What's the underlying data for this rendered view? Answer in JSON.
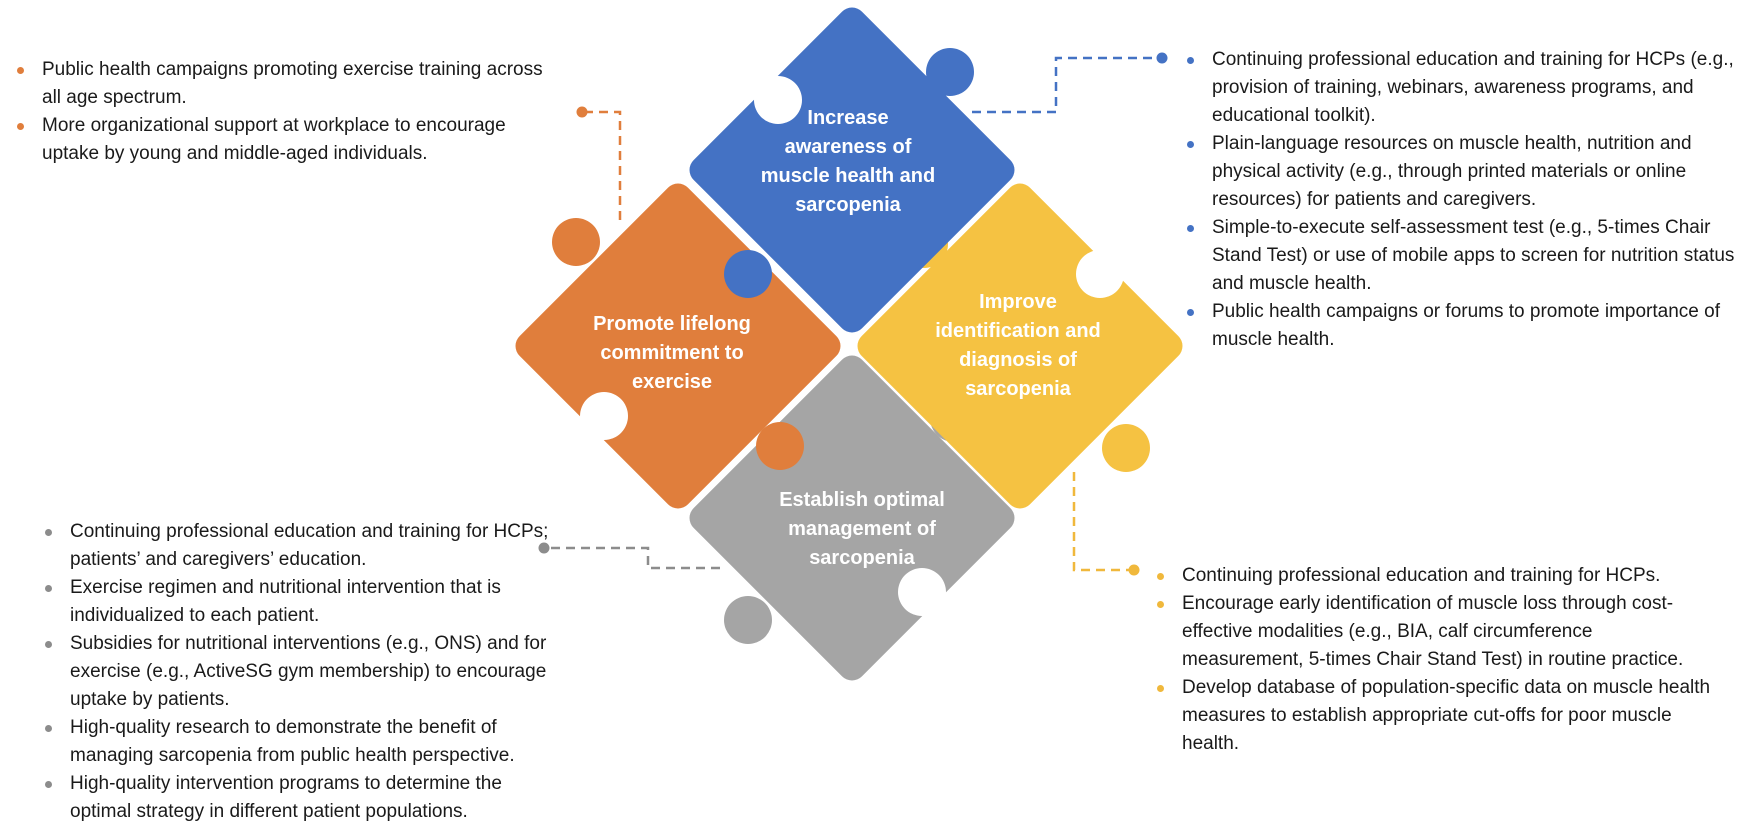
{
  "colors": {
    "blue": "#4472C4",
    "orange": "#E07E3C",
    "yellow": "#F5C242",
    "gray": "#A5A5A5",
    "gray_bullet": "#8C8C8C",
    "yellow_bullet": "#F0B83C"
  },
  "pieces": {
    "top": "Increase awareness of muscle health and sarcopenia",
    "left": "Promote lifelong commitment to exercise",
    "right": "Improve identification and diagnosis of sarcopenia",
    "bottom": "Establish optimal management of sarcopenia"
  },
  "panels": {
    "top_left": [
      "Public health campaigns promoting exercise training across all age spectrum.",
      "More organizational support at workplace to encourage uptake by young and middle-aged individuals."
    ],
    "top_right": [
      "Continuing professional education and training for HCPs (e.g., provision of training, webinars, awareness programs, and educational toolkit).",
      "Plain-language resources on muscle health, nutrition and physical activity (e.g., through printed materials or online resources) for patients and caregivers.",
      "Simple-to-execute self-assessment test (e.g., 5-times Chair Stand Test) or use of mobile apps to screen for nutrition status and muscle health.",
      "Public health campaigns or forums to promote importance of muscle health."
    ],
    "bottom_left": [
      "Continuing professional education and training for HCPs; patients’ and caregivers’ education.",
      "Exercise regimen and nutritional intervention that is individualized to each patient.",
      "Subsidies for nutritional interventions (e.g., ONS) and for exercise (e.g., ActiveSG gym membership) to encourage uptake by patients.",
      "High-quality research to demonstrate the benefit of managing sarcopenia from public health perspective.",
      "High-quality intervention programs to determine the optimal strategy in different patient populations."
    ],
    "bottom_right": [
      "Continuing professional education and training for HCPs.",
      "Encourage early identification of muscle loss through cost-effective modalities (e.g., BIA, calf circumference measurement, 5-times Chair Stand Test) in routine practice.",
      "Develop database of population-specific data on muscle health measures to establish appropriate cut-offs for poor muscle health."
    ]
  }
}
